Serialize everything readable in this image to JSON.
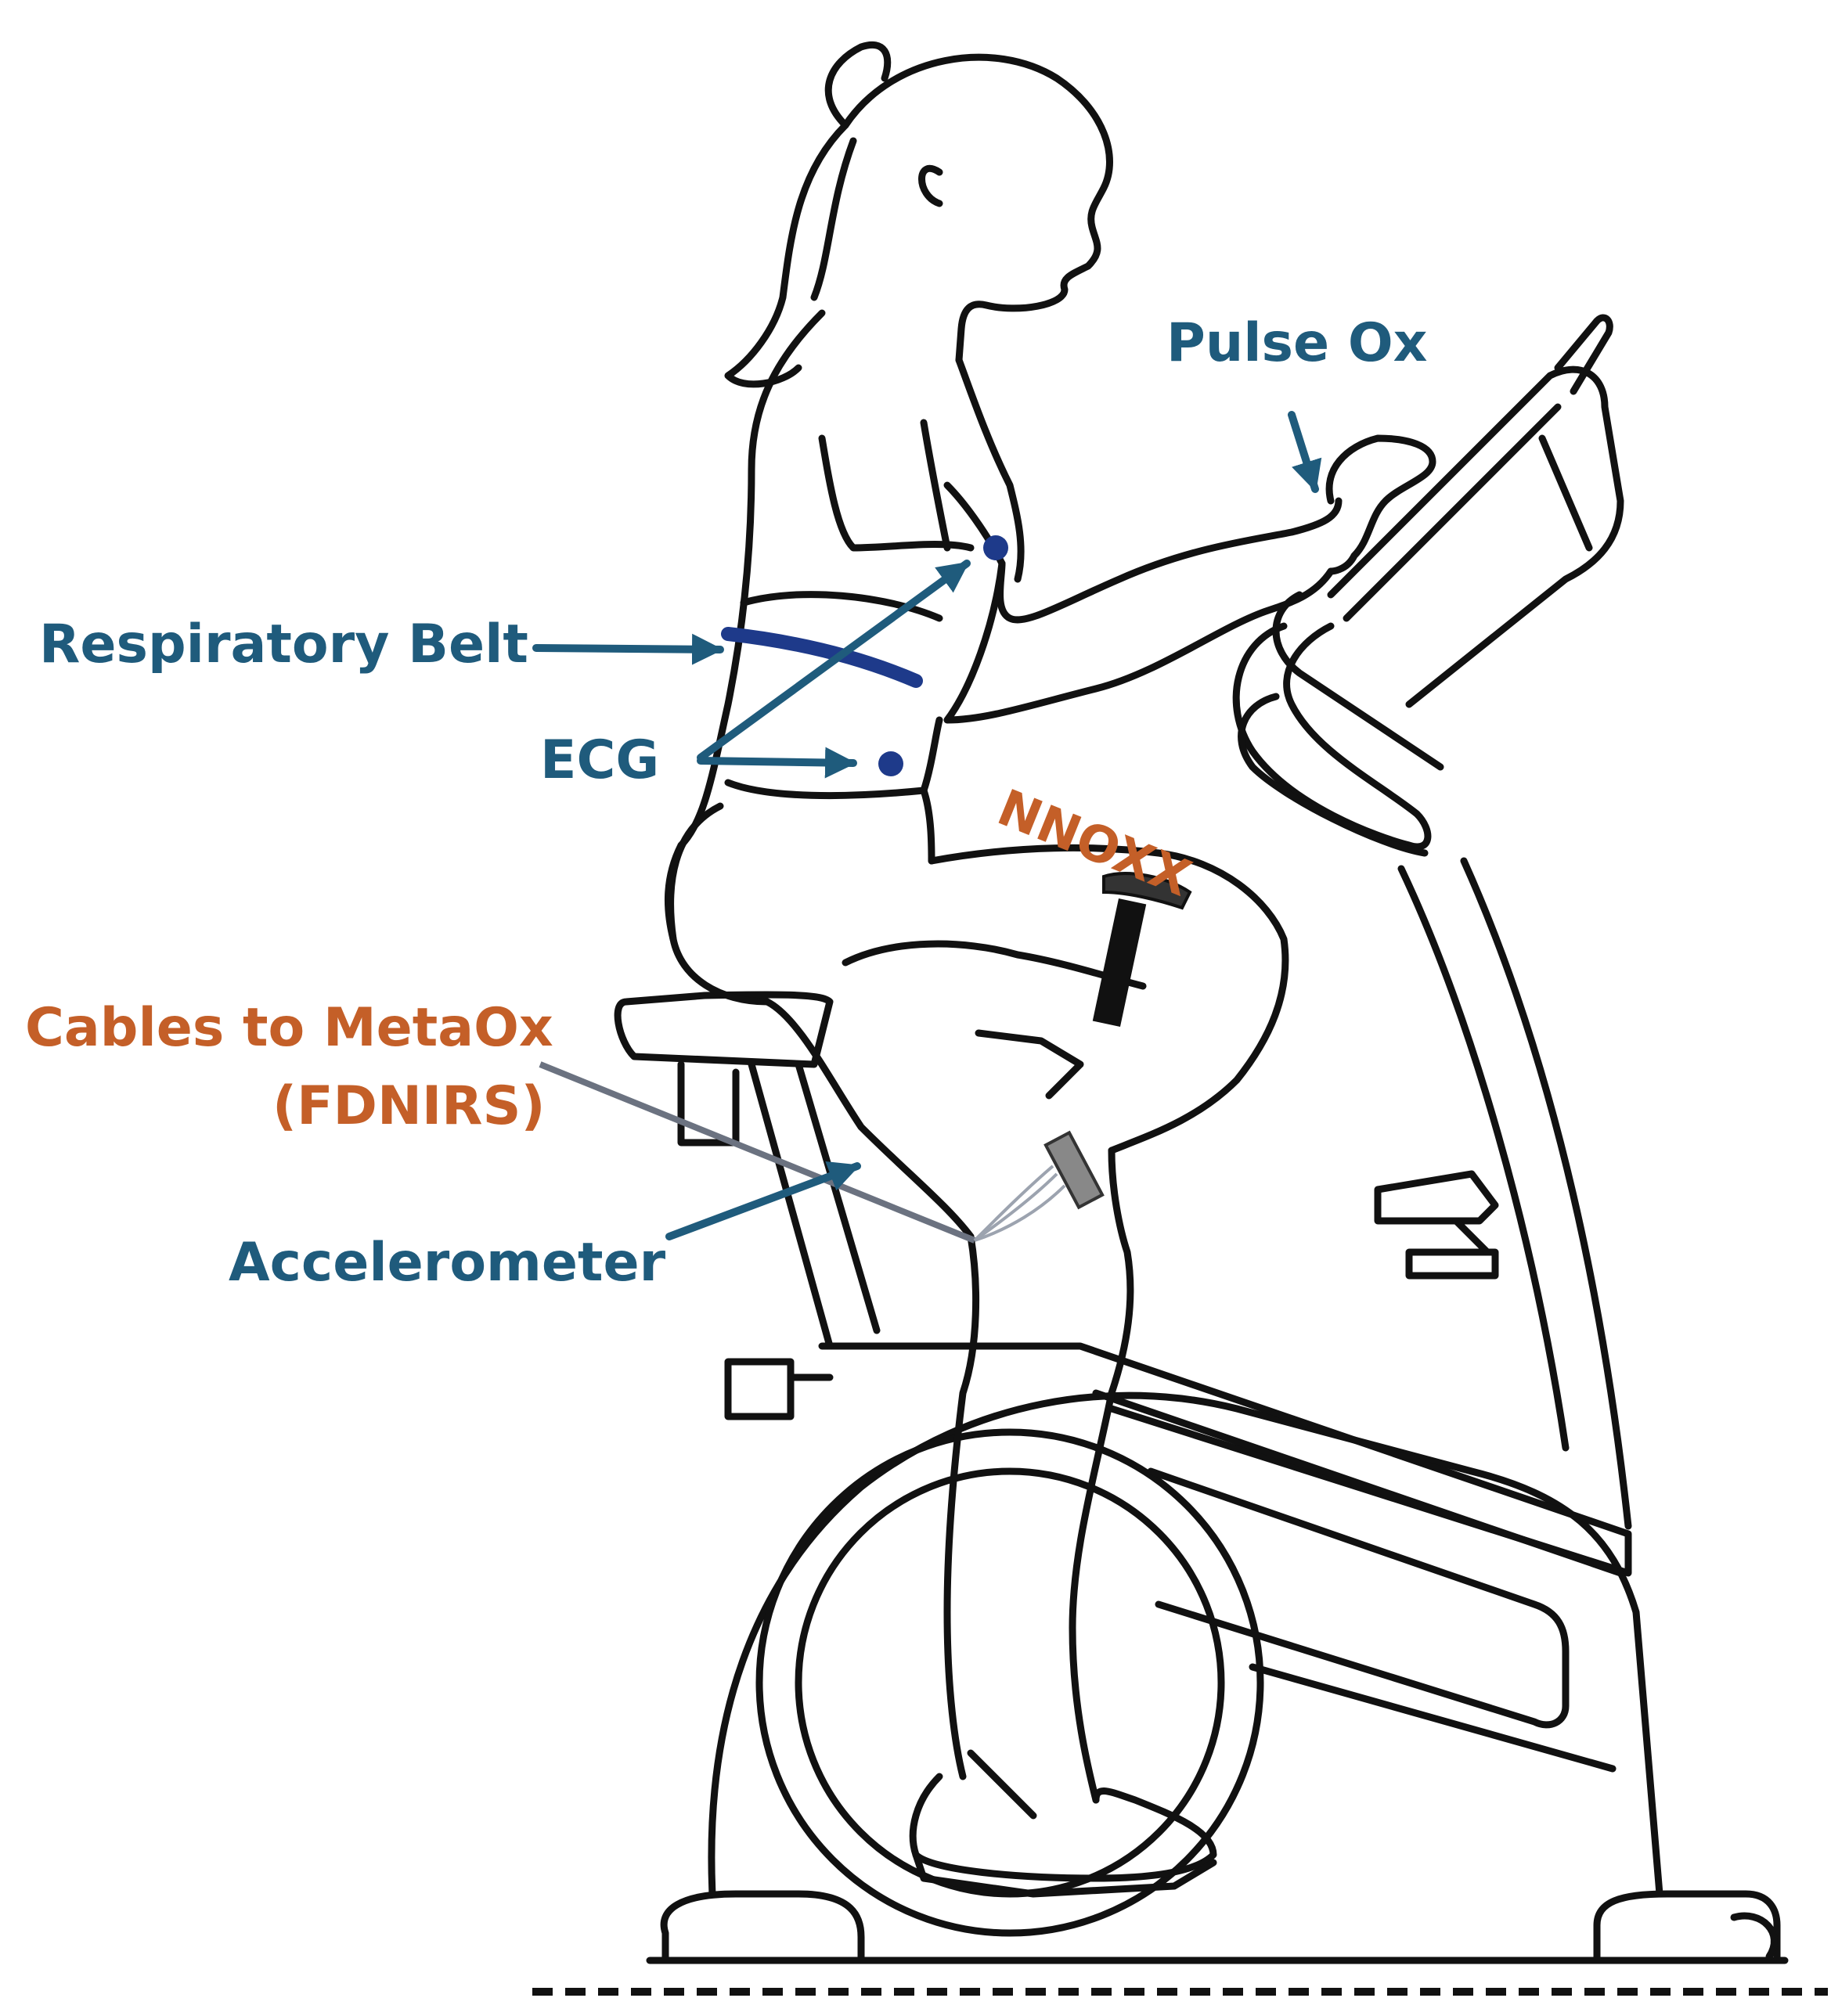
{
  "labels": {
    "pulse_ox": "Pulse Ox",
    "respiratory_belt": "Respiratory Belt",
    "ecg": "ECG",
    "nnoxx": "NNOXX",
    "cables_line1": "Cables to MetaOx",
    "cables_line2": "(FDNIRS)",
    "accelerometer": "Accelerometer"
  },
  "colors": {
    "label_blue": "#1f5b7c",
    "label_orange": "#c45f28",
    "arrow_blue": "#1f5b7c",
    "belt_blue": "#1e3a8a",
    "ecg_electrode": "#1e3a8a",
    "cable_gray": "#6b7280",
    "line_art": "#111111"
  },
  "icons": [
    "arrow-icon",
    "ecg-electrode-icon",
    "nnoxx-sensor-icon",
    "accelerometer-icon"
  ]
}
